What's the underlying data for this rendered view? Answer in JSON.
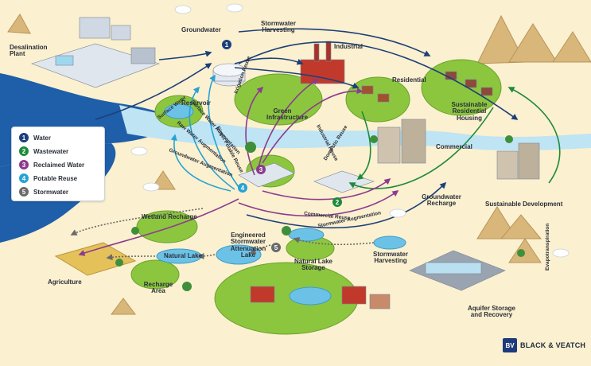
{
  "labels": {
    "groundwater": "Groundwater",
    "stormwater_harvesting_top": "Stormwater Harvesting",
    "desalination_plant": "Desalination Plant",
    "industrial": "Industrial",
    "residential": "Residential",
    "sustainable_residential_housing": "Sustainable Residential Housing",
    "surface_water": "Surface Water",
    "reservoir": "Reservoir",
    "green_infrastructure": "Green Infrastructure",
    "irrigation_reuse": "Irrigation Reuse",
    "direct_potable_reuse": "Direct Potable Reuse",
    "surface_water_augmentation": "Surface Water Augmentation",
    "raw_water_augmentation": "Raw Water Augmentation",
    "groundwater_augmentation": "Groundwater Augmentation",
    "industrial_reuse": "Industrial Reuse",
    "domestic_reuse": "Domestic Reuse",
    "commercial": "Commercial",
    "sustainable_development": "Sustainable Development",
    "groundwater_recharge": "Groundwater Recharge",
    "commercial_reuse": "Commercial Reuse",
    "stormwater_augmentation": "Stormwater Augmentation",
    "wetland_recharge": "Wetland Recharge",
    "engineered_stormwater_attenuation_lake": "Engineered Stormwater Attenuation Lake",
    "stormwater_harvesting_bottom": "Stormwater Harvesting",
    "agriculture": "Agriculture",
    "natural_lake": "Natural Lake",
    "natural_lake_storage": "Natural Lake Storage",
    "recharge_area": "Recharge Area",
    "evapotranspiration": "Evapotranspiration",
    "aquifer_storage_and_recovery": "Aquifer Storage and Recovery"
  },
  "legend": [
    {
      "num": "1",
      "label": "Water",
      "color": "#1c3f7a"
    },
    {
      "num": "2",
      "label": "Wastewater",
      "color": "#1e8a3a"
    },
    {
      "num": "3",
      "label": "Reclaimed Water",
      "color": "#8c3b8e"
    },
    {
      "num": "4",
      "label": "Potable Reuse",
      "color": "#27a2d3"
    },
    {
      "num": "5",
      "label": "Stormwater",
      "color": "#6a6a6a"
    }
  ],
  "markers": {
    "m1": "1",
    "m2": "2",
    "m3": "3",
    "m4": "4",
    "m5": "5"
  },
  "brand": {
    "logo": "BV",
    "name": "BLACK & VEATCH"
  },
  "colors": {
    "water": "#1c3f7a",
    "wastewater": "#1e8a3a",
    "reclaimed": "#8c3b8e",
    "potable": "#27a2d3",
    "stormwater": "#6a6a6a",
    "sea": "#1f5ea8",
    "land": "#fbf0cf",
    "river": "#bfe4f3"
  }
}
